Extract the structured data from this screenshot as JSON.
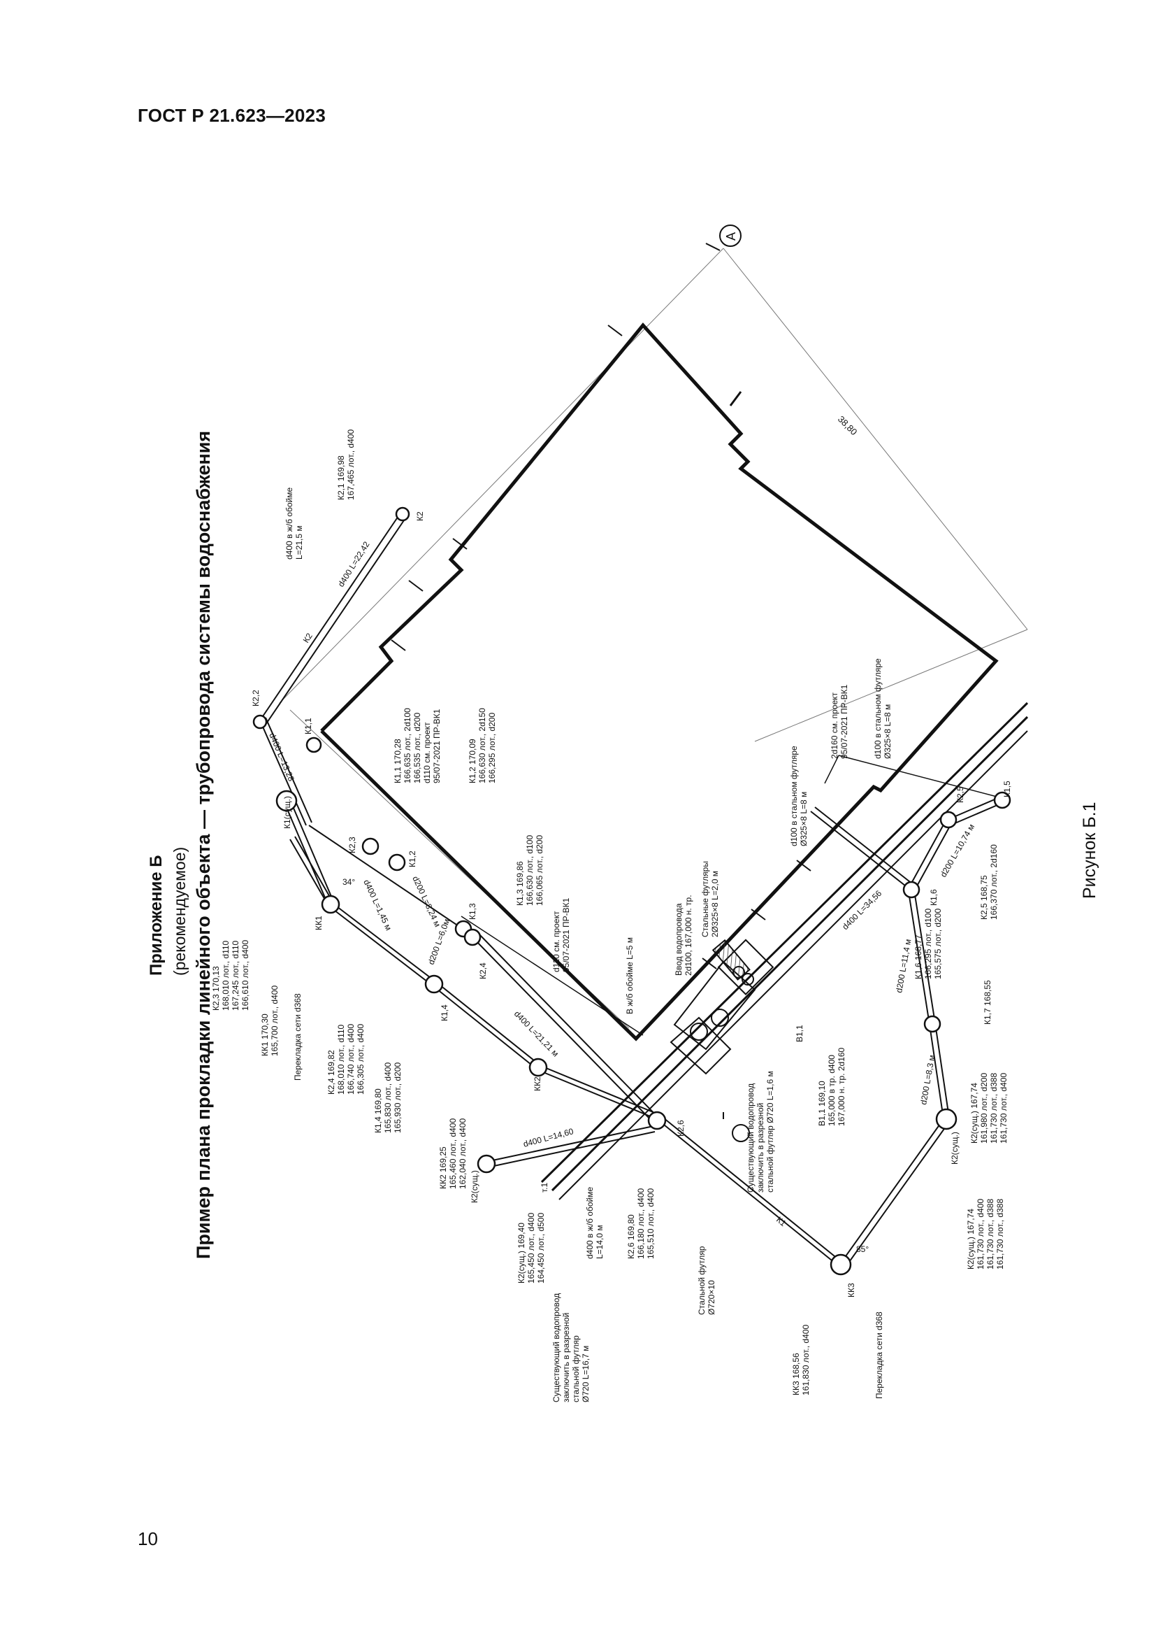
{
  "header": "ГОСТ Р 21.623—2023",
  "page_number": "10",
  "appendix": {
    "line1": "Приложение Б",
    "line2": "(рекомендуемое)",
    "title": "Пример плана прокладки линейного объекта — трубопровода системы водоснабжения"
  },
  "figure_caption": "Рисунок Б.1",
  "axis_marker": "А",
  "building": {
    "dimension": "38,80"
  },
  "nodes": {
    "k2_2": "К2,2",
    "k1_1": "К1,1",
    "k2_3": "К2,3",
    "k1_2": "К1,2",
    "k1_3": "К1,3",
    "k2_4": "К2,4",
    "k1_4": "К1,4",
    "kk1": "КК1",
    "kk2": "КК2",
    "k2_6": "К2,6",
    "kk3": "КК3",
    "k1_sush": "К1(сущ.)",
    "k2_sush_a": "К2(сущ.)",
    "k2_sush_b": "К2(сущ.)",
    "k2_5": "К2,5",
    "k1_5": "К1,5",
    "k1_6": "К1,6",
    "k2": "К2"
  },
  "labels": {
    "k2_1": [
      "К2,1 169,98",
      "167,465 лот., d400"
    ],
    "d400_obojme": [
      "d400 в ж/б обойме",
      "L=21,5 м"
    ],
    "d400_22": "d400 L=22,42",
    "k2_seg": "К2",
    "k1_1": [
      "К1,1 170,28",
      "166,635 лот., 2d100",
      "166,535 лот., d200"
    ],
    "d110_proj1": [
      "d110 см. проект",
      "95/07-2021 ПР-ВК1"
    ],
    "k1_2": [
      "К1,2 170,09",
      "166,630 лот., 2d150",
      "166,295 лот., d200"
    ],
    "k1_3": [
      "К1,3 169,86",
      "166,630 лот., d100",
      "166,065 лот., d200"
    ],
    "d110_proj2": [
      "d110 см. проект",
      "95/07-2021 ПР-ВК1"
    ],
    "v_obojme5": "В ж/б обойме L=5 м",
    "k2_3": [
      "К2,3 170,13",
      "168,010 лот., d110",
      "167,245 лот., d110",
      "166,610 лот., d400"
    ],
    "kk1": [
      "КК1 170,30",
      "165,700 лот., d400"
    ],
    "perekladka1": "Перекладка сети d368",
    "k2_4": [
      "К2,4 169,82",
      "168,010 лот., d110",
      "166,740 лот., d400",
      "166,305 лот., d400"
    ],
    "k1_4": [
      "К1,4 169,80",
      "165,830 лот., d400",
      "165,930 лот., d200"
    ],
    "kk2": [
      "КК2 169,25",
      "165,460 лот., d400",
      "162,040 лот., d400"
    ],
    "k2_sush1": [
      "К2(сущ.) 169,40",
      "165,450 лот., d400",
      "164,450 лот., d500"
    ],
    "existing1": [
      "Существующий водопровод",
      "заключить в разрезной",
      "стальной футляр",
      "Ø720 L=16,7 м"
    ],
    "d400_14": [
      "d400 в ж/б обойме",
      "L=14,0 м"
    ],
    "k2_6": [
      "К2,6 169,80",
      "166,180 лот., d400",
      "165,510 лот., d400"
    ],
    "steel_case": [
      "Стальной футляр",
      "Ø720×10"
    ],
    "kk3": [
      "КК3 168,56",
      "161,830 лот., d400"
    ],
    "perekladka2": "Перекладка сети d368",
    "k2_sush2": [
      "К2(сущ.) 167,74",
      "161,730 лот., d400",
      "161,730 лот., d388",
      "161,730 лот., d388"
    ],
    "k2_sush3": [
      "К2(сущ.) 167,74",
      "161,980 лот., d200",
      "161,730 лот., d388",
      "161,730 лот., d400"
    ],
    "existing2": [
      "Существующий водопровод",
      "заключить в разрезной",
      "стальной футляр Ø720 L=1,6 м"
    ],
    "vvod": [
      "Ввод водопровода",
      "2d100, 167,000 н. тр."
    ],
    "steel_cases": [
      "Стальные футляры",
      "2Ø325×8 L=2,0 м"
    ],
    "b1_1": [
      "В1,1 169,10",
      "165,000 в тр. d400",
      "167,000 н. тр. 2d160"
    ],
    "b1_1b": "В1,1",
    "d100_case1": [
      "d100 в стальном футляре",
      "Ø325×8 L=8 м"
    ],
    "d2_160": [
      "2d160 см. проект",
      "95/07-2021 ПР-ВК1"
    ],
    "d100_case2": [
      "d100 в стальном футляре",
      "Ø325×8 L=8 м"
    ],
    "k1_6": [
      "К1,6 168,77",
      "166,295 лот., d100",
      "165,575 лот., d200"
    ],
    "k2_5": [
      "К2,5 168,75",
      "166,370 лот., 2d160"
    ],
    "k1_7": "К1,7 168,55",
    "d200_11": "d200 L=11,4 м",
    "d200_10": "d200 L=10,74 м",
    "d200_8": "d200 L=8,3 м",
    "d400_34": "d400 L=34,56",
    "d400_21": "d400 L=21,21 м",
    "d400_14b": "d400 L=14,60",
    "d400_13": "d400 L=13,28",
    "d200_6": "d200 L=6,0м",
    "d200_8b": "d200 L=8,24 м",
    "d400_1": "d400 L=1,45 м",
    "p1": "т.1",
    "a34": "34°",
    "a85": "85°",
    "k1_seg": "К1"
  }
}
